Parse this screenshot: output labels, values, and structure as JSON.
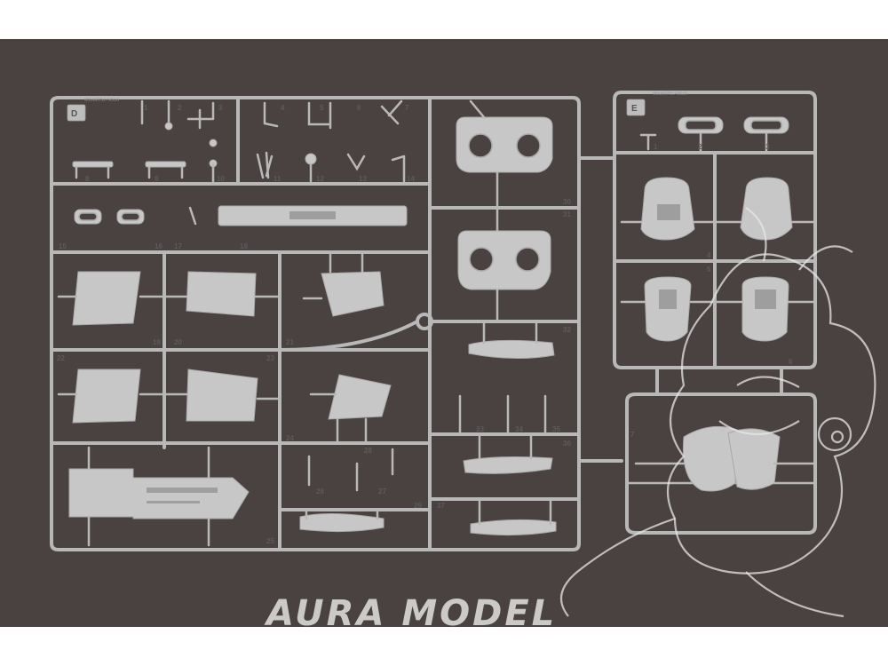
{
  "image": {
    "subject": "Two plastic model-kit sprue frames with grey parts on a dark brown background",
    "background_color": "#4a4241",
    "plastic_color": "#c4c4c4"
  },
  "sprue_d": {
    "letter": "D",
    "code": "05108752/0516",
    "part_numbers": [
      "1",
      "2",
      "3",
      "4",
      "5",
      "6",
      "7",
      "8",
      "9",
      "10",
      "11",
      "12",
      "13",
      "14",
      "15",
      "16",
      "17",
      "18",
      "19",
      "20",
      "21",
      "22",
      "23",
      "24",
      "25",
      "26",
      "27",
      "28",
      "29",
      "30",
      "31",
      "32",
      "33",
      "34",
      "35",
      "36",
      "37"
    ]
  },
  "sprue_e": {
    "letter": "E",
    "code": "05108752/0516",
    "part_numbers": [
      "1",
      "2",
      "3",
      "4",
      "5",
      "6",
      "7"
    ]
  },
  "watermark": {
    "text": "AURA MODEL"
  }
}
